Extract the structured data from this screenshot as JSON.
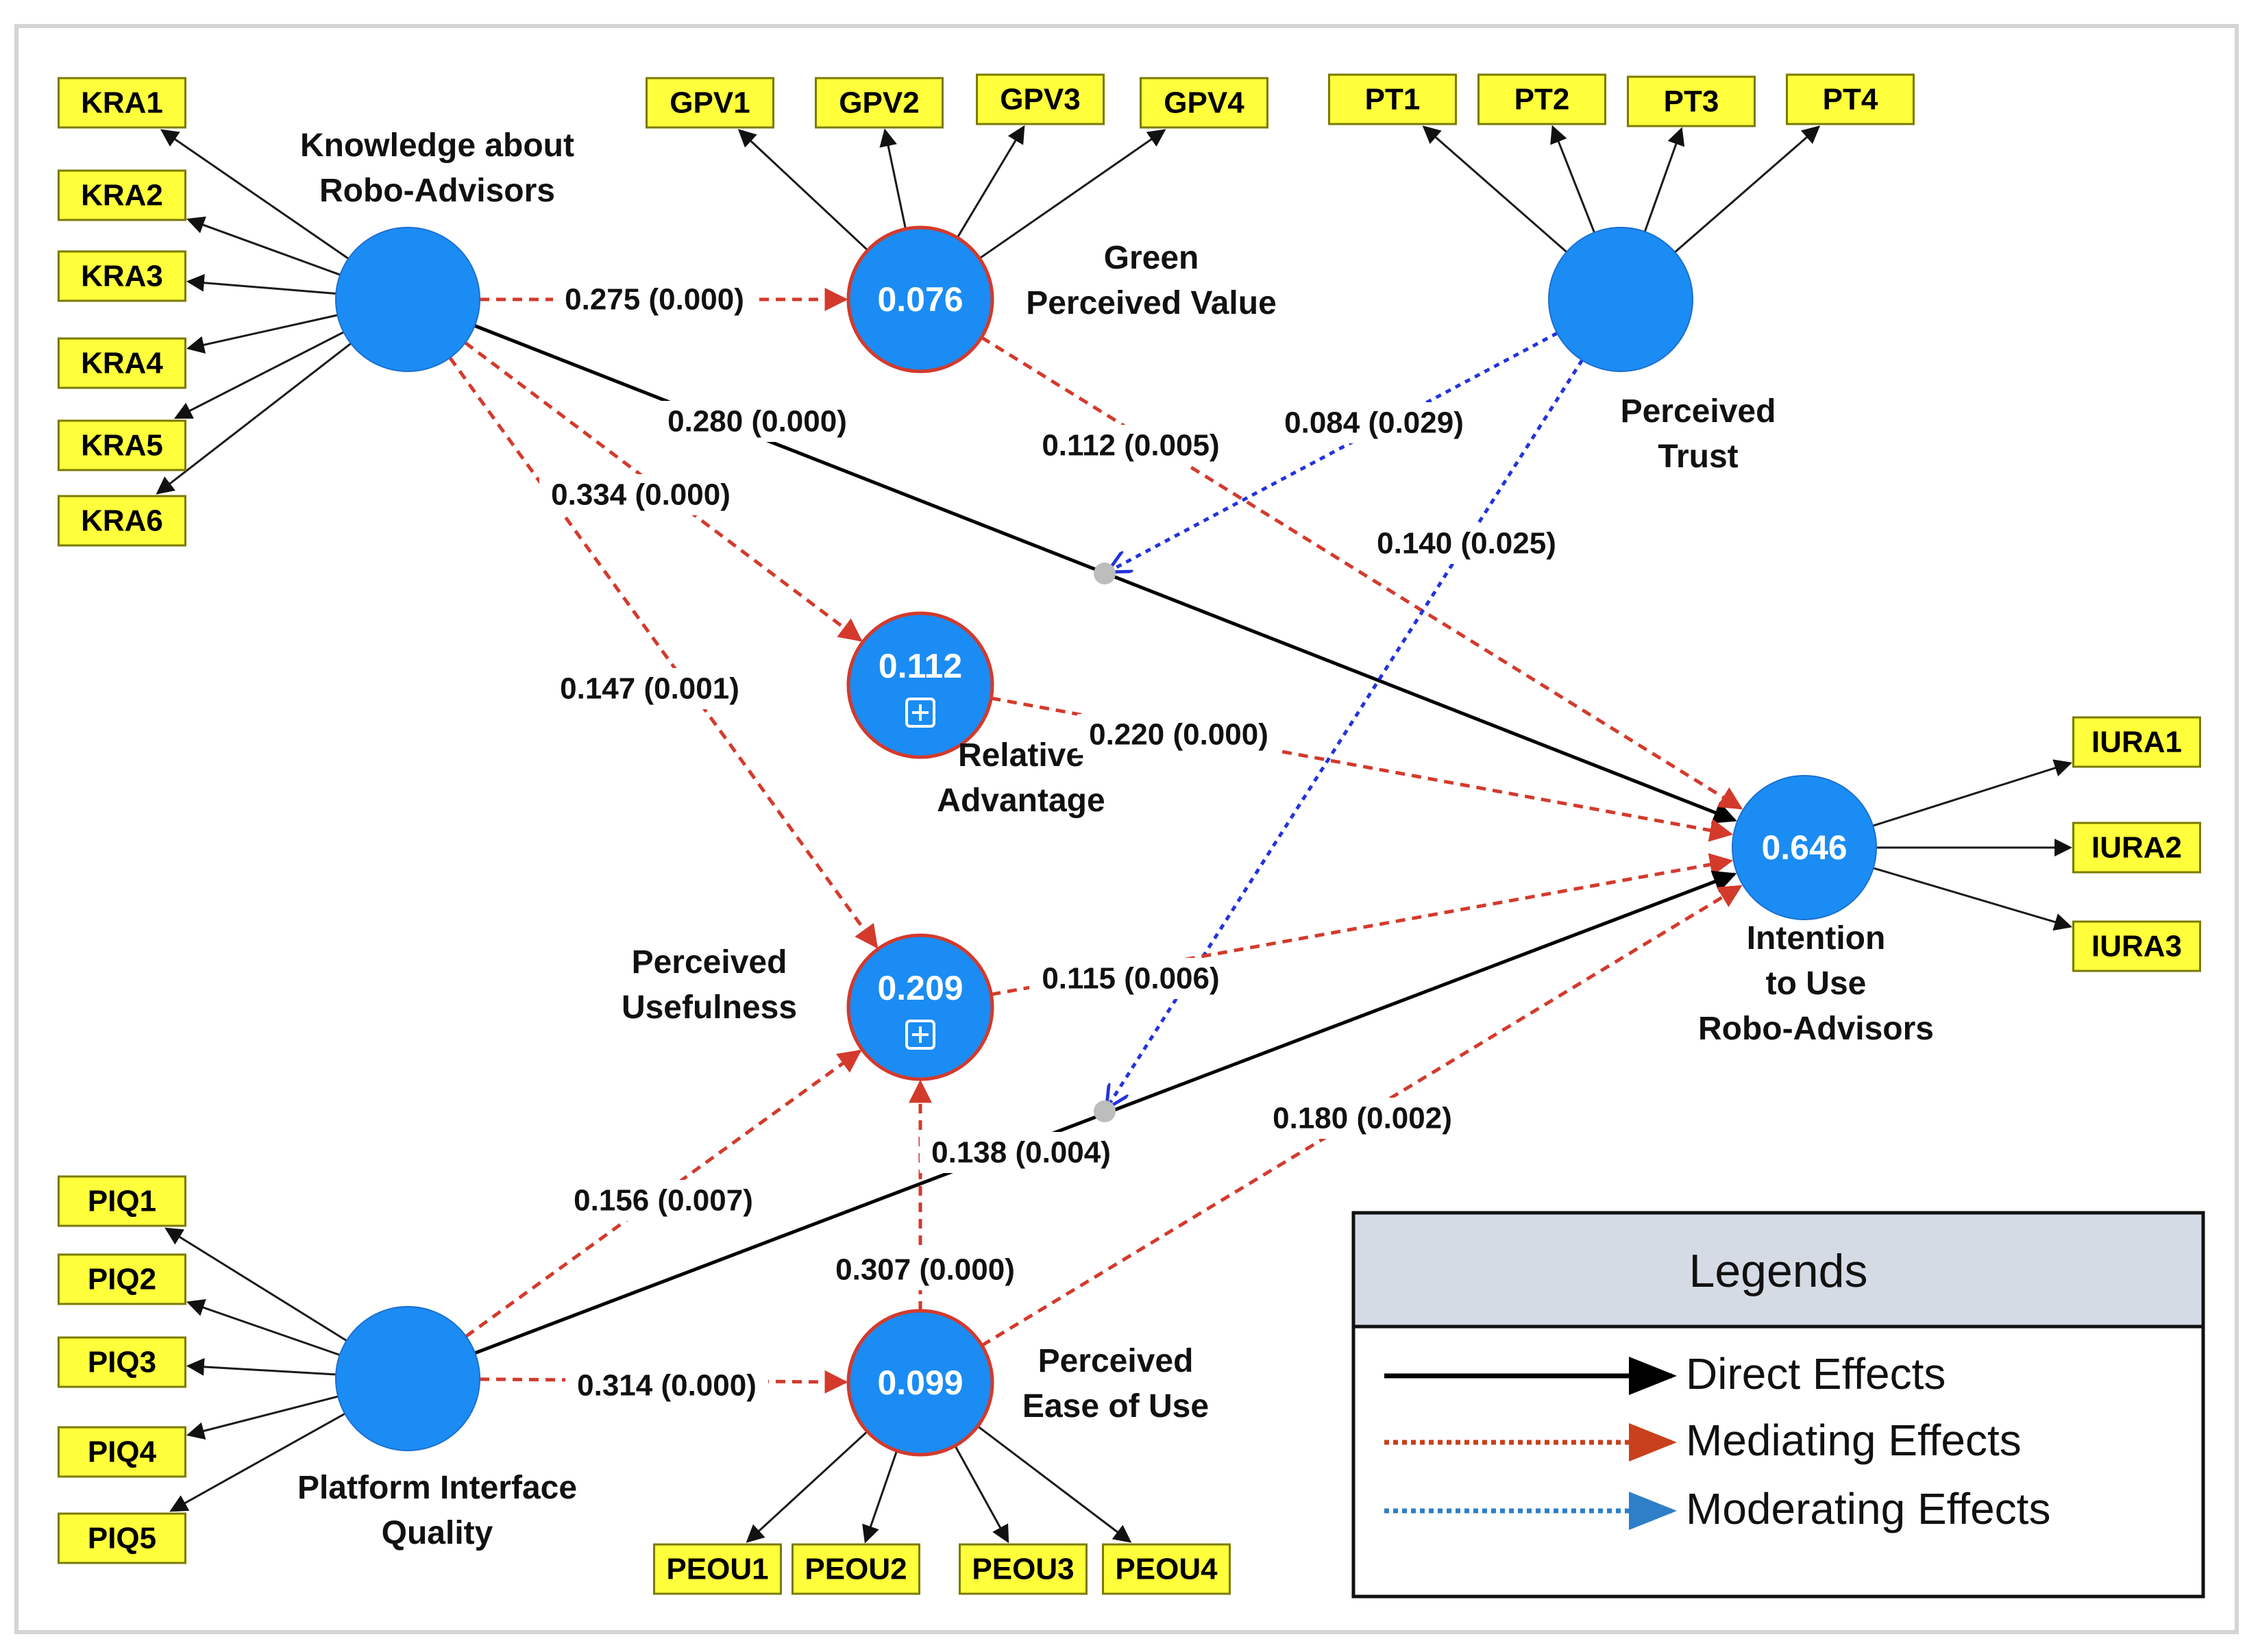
{
  "constructs": {
    "kra": {
      "title_lines": [
        "Knowledge about",
        "Robo-Advisors"
      ],
      "value": ""
    },
    "gpv": {
      "title_lines": [
        "Green",
        "Perceived Value"
      ],
      "value": "0.076"
    },
    "pt": {
      "title_lines": [
        "Perceived",
        "Trust"
      ],
      "value": ""
    },
    "ra": {
      "title_lines": [
        "Relative",
        "Advantage"
      ],
      "value": "0.112"
    },
    "pu": {
      "title_lines": [
        "Perceived",
        "Usefulness"
      ],
      "value": "0.209"
    },
    "iura": {
      "title_lines": [
        "Intention",
        "to Use",
        "Robo-Advisors"
      ],
      "value": "0.646"
    },
    "piq": {
      "title_lines": [
        "Platform Interface",
        "Quality"
      ],
      "value": ""
    },
    "peou": {
      "title_lines": [
        "Perceived",
        "Ease of Use"
      ],
      "value": "0.099"
    }
  },
  "indicators": {
    "kra": [
      "KRA1",
      "KRA2",
      "KRA3",
      "KRA4",
      "KRA5",
      "KRA6"
    ],
    "gpv": [
      "GPV1",
      "GPV2",
      "GPV3",
      "GPV4"
    ],
    "pt": [
      "PT1",
      "PT2",
      "PT3",
      "PT4"
    ],
    "iura": [
      "IURA1",
      "IURA2",
      "IURA3"
    ],
    "piq": [
      "PIQ1",
      "PIQ2",
      "PIQ3",
      "PIQ4",
      "PIQ5"
    ],
    "peou": [
      "PEOU1",
      "PEOU2",
      "PEOU3",
      "PEOU4"
    ]
  },
  "paths": [
    {
      "id": "kra-gpv",
      "from": "kra",
      "to": "gpv",
      "type": "mediating",
      "label": "0.275 (0.000)"
    },
    {
      "id": "kra-iura",
      "from": "kra",
      "to": "iura",
      "type": "direct",
      "label": "0.280 (0.000)"
    },
    {
      "id": "kra-ra",
      "from": "kra",
      "to": "ra",
      "type": "mediating",
      "label": "0.334 (0.000)"
    },
    {
      "id": "kra-pu",
      "from": "kra",
      "to": "pu",
      "type": "mediating",
      "label": "0.147 (0.001)"
    },
    {
      "id": "gpv-iura",
      "from": "gpv",
      "to": "iura",
      "type": "mediating",
      "label": "0.112 (0.005)"
    },
    {
      "id": "pt-mod1",
      "from": "pt",
      "to": "mod1",
      "type": "moderating",
      "label": "0.084 (0.029)"
    },
    {
      "id": "pt-mod2",
      "from": "pt",
      "to": "mod2",
      "type": "moderating",
      "label": "0.140 (0.025)"
    },
    {
      "id": "ra-iura",
      "from": "ra",
      "to": "iura",
      "type": "mediating",
      "label": "0.220 (0.000)"
    },
    {
      "id": "pu-iura",
      "from": "pu",
      "to": "iura",
      "type": "mediating",
      "label": "0.115 (0.006)"
    },
    {
      "id": "piq-pu",
      "from": "piq",
      "to": "pu",
      "type": "mediating",
      "label": "0.156 (0.007)"
    },
    {
      "id": "piq-iura",
      "from": "piq",
      "to": "iura",
      "type": "direct",
      "label": "0.138 (0.004)"
    },
    {
      "id": "piq-peou",
      "from": "piq",
      "to": "peou",
      "type": "mediating",
      "label": "0.314 (0.000)"
    },
    {
      "id": "peou-pu",
      "from": "peou",
      "to": "pu",
      "type": "mediating",
      "label": "0.307 (0.000)"
    },
    {
      "id": "peou-iura",
      "from": "peou",
      "to": "iura",
      "type": "mediating",
      "label": "0.180 (0.002)"
    }
  ],
  "legend": {
    "title": "Legends",
    "items": [
      {
        "label": "Direct Effects",
        "type": "direct"
      },
      {
        "label": "Mediating Effects",
        "type": "mediating"
      },
      {
        "label": "Moderating Effects",
        "type": "moderating"
      }
    ]
  },
  "colors": {
    "construct_fill": "#1b8cf3",
    "indicator_fill": "#ffff3b",
    "direct": "#000000",
    "mediating": "#d33a2c",
    "moderating": "#2233dd",
    "legend_header": "#d5dbe5"
  }
}
